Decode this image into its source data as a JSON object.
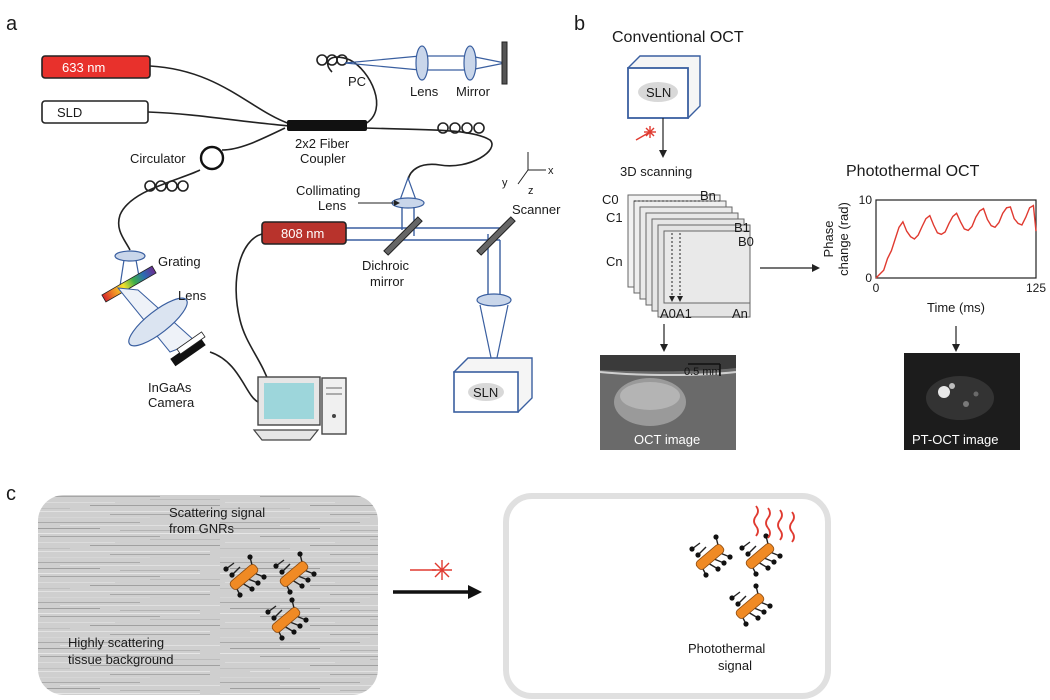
{
  "panel_labels": {
    "a": "a",
    "b": "b",
    "c": "c"
  },
  "panel_a": {
    "laser_633": "633 nm",
    "sld": "SLD",
    "pc": "PC",
    "lens_top": "Lens",
    "mirror": "Mirror",
    "coupler_line1": "2x2 Fiber",
    "coupler_line2": "Coupler",
    "circulator": "Circulator",
    "collimating_line1": "Collimating",
    "collimating_line2": "Lens",
    "axis_x": "x",
    "axis_y": "y",
    "axis_z": "z",
    "scanner": "Scanner",
    "laser_808": "808 nm",
    "dichroic_line1": "Dichroic",
    "dichroic_line2": "mirror",
    "grating": "Grating",
    "lens_bottom": "Lens",
    "camera_line1": "InGaAs",
    "camera_line2": "Camera",
    "sample": "SLN"
  },
  "panel_b": {
    "title_conventional": "Conventional OCT",
    "sample": "SLN",
    "scanning": "3D scanning",
    "stack_labels": {
      "C0": "C0",
      "C1": "C1",
      "Cn": "Cn",
      "Bn": "Bn",
      "B1": "B1",
      "B0": "B0",
      "A0A1": "A0A1",
      "An": "An"
    },
    "title_photothermal": "Photothermal OCT",
    "scale_bar": "0.5 mm",
    "oct_image_label": "OCT image",
    "ptoct_image_label": "PT-OCT image"
  },
  "panel_c": {
    "scatter_line1": "Scattering signal",
    "scatter_line2": "from GNRs",
    "tissue_line1": "Highly scattering",
    "tissue_line2": "tissue background",
    "photo_line1": "Photothermal",
    "photo_line2": "signal"
  },
  "colors": {
    "laser_633": "#e8312c",
    "laser_808": "#b8332c",
    "beam": "#3a5fa0",
    "trace": "#e03a30",
    "gnr": "#f08a24"
  },
  "chart_data": {
    "type": "line",
    "xlabel": "Time (ms)",
    "ylabel": "Phase change (rad)",
    "xlim": [
      0,
      125
    ],
    "ylim": [
      0,
      10
    ],
    "xticks": [
      "0",
      "125"
    ],
    "yticks": [
      "0",
      "10"
    ],
    "series": [
      {
        "x": [
          0,
          3,
          6,
          9,
          12,
          15,
          18,
          21,
          24,
          27,
          30,
          33,
          36,
          39,
          42,
          45,
          48,
          51,
          54,
          57,
          60,
          63,
          66,
          69,
          72,
          75,
          78,
          81,
          84,
          87,
          90,
          93,
          96,
          99,
          102,
          105,
          108,
          111,
          114,
          117,
          120,
          123,
          125
        ],
        "y": [
          0.0,
          0.5,
          1.0,
          2.5,
          3.5,
          5.0,
          6.5,
          7.2,
          6.0,
          5.3,
          5.0,
          5.5,
          6.6,
          7.6,
          8.0,
          6.8,
          5.8,
          5.6,
          5.9,
          7.0,
          7.9,
          8.3,
          7.2,
          6.3,
          6.1,
          6.6,
          7.8,
          8.6,
          8.9,
          7.5,
          6.7,
          6.5,
          7.1,
          8.3,
          9.0,
          9.1,
          7.6,
          7.0,
          6.8,
          7.8,
          9.0,
          9.3,
          6.0
        ]
      }
    ]
  }
}
